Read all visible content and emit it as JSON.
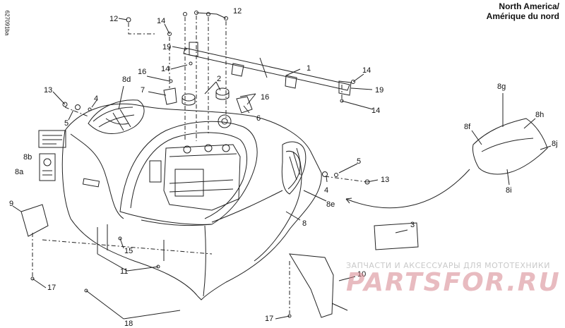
{
  "header": {
    "title_line1": "North America/",
    "title_line2": "Amérique du nord",
    "figure_code": "627091ba"
  },
  "watermark": {
    "tagline": "ЗАПЧАСТИ И АКСЕССУАРЫ ДЛЯ МОТОТЕХНИКИ",
    "brand": "PARTSFOR.RU",
    "brand_color": "#d6848c"
  },
  "callouts": {
    "c1": "1",
    "c2": "2",
    "c3": "3",
    "c4a": "4",
    "c4b": "4",
    "c5a": "5",
    "c5b": "5",
    "c6": "6",
    "c7": "7",
    "c8": "8",
    "c8a": "8a",
    "c8b": "8b",
    "c8d": "8d",
    "c8e": "8e",
    "c8f": "8f",
    "c8g": "8g",
    "c8h": "8h",
    "c8i": "8i",
    "c8j": "8j",
    "c9": "9",
    "c10": "10",
    "c11": "11",
    "c12a": "12",
    "c12b": "12",
    "c13a": "13",
    "c13b": "13",
    "c14a": "14",
    "c14b": "14",
    "c14c": "14",
    "c14d": "14",
    "c15": "15",
    "c16a": "16",
    "c16b": "16",
    "c17a": "17",
    "c17b": "17",
    "c18": "18",
    "c19a": "19",
    "c19b": "19"
  }
}
